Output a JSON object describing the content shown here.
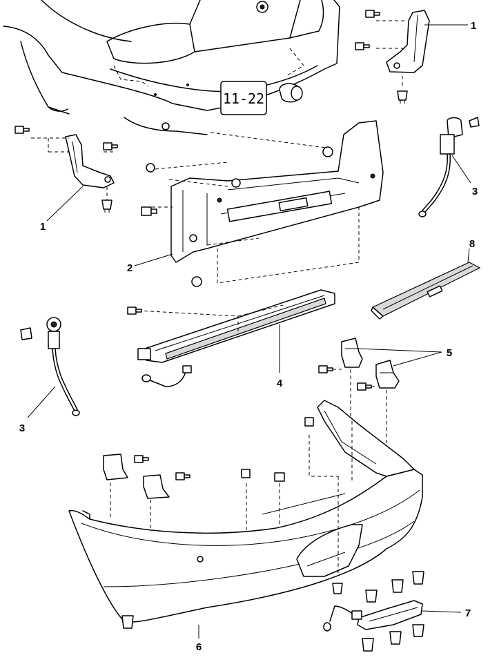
{
  "plate_text": "11-22",
  "callouts": [
    {
      "id": "c1a",
      "label": "1"
    },
    {
      "id": "c1b",
      "label": "1"
    },
    {
      "id": "c2",
      "label": "2"
    },
    {
      "id": "c3a",
      "label": "3"
    },
    {
      "id": "c3b",
      "label": "3"
    },
    {
      "id": "c4",
      "label": "4"
    },
    {
      "id": "c5",
      "label": "5"
    },
    {
      "id": "c6",
      "label": "6"
    },
    {
      "id": "c7",
      "label": "7"
    },
    {
      "id": "c8",
      "label": "8"
    }
  ]
}
